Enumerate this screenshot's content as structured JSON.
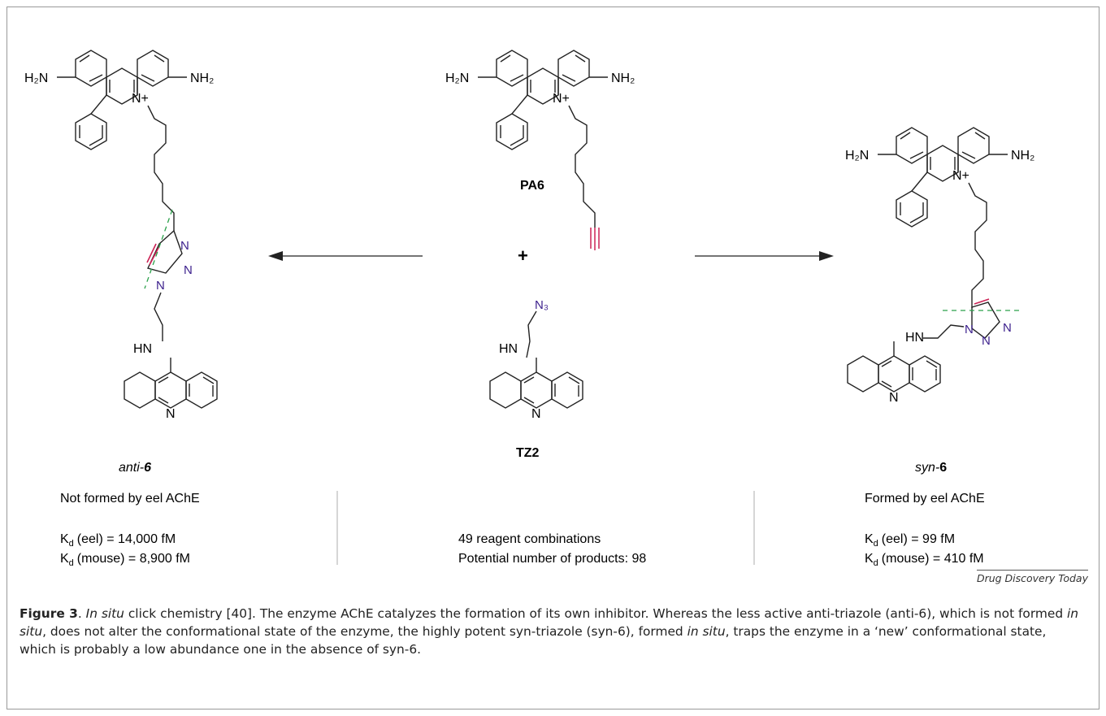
{
  "diagram": {
    "reagents": {
      "alkyne": {
        "name": "PA6"
      },
      "azide": {
        "name": "TZ2"
      },
      "plus_sign": "+"
    },
    "left_product": {
      "name_prefix": "anti-",
      "name_number": "6",
      "formation": "Not formed by eel AChE",
      "kd_eel": "(eel) = 14,000 fM",
      "kd_mouse": "(mouse) = 8,900 fM"
    },
    "right_product": {
      "name_prefix": "syn-",
      "name_number": "6",
      "formation": "Formed by eel AChE",
      "kd_eel": "(eel) = 99 fM",
      "kd_mouse": "(mouse) = 410 fM"
    },
    "center_info": {
      "combinations": "49 reagent combinations",
      "products": "Potential number of products: 98"
    },
    "atom_labels": {
      "h2n": "H₂N",
      "nh2": "NH₂",
      "nplus": "N+",
      "n": "N",
      "hn": "HN",
      "n3": "N₃",
      "kd_symbol": "K",
      "kd_sub": "d"
    },
    "colors": {
      "triazole_nitrogen": "#3b1f8c",
      "new_bond": "#cc2255",
      "cleavage_line": "#2aa14a",
      "frame": "#9a9a9a"
    }
  },
  "credit": "Drug Discovery Today",
  "caption": {
    "label": "Figure 3",
    "part1": ". ",
    "italic1": "In situ",
    "part2": " click chemistry [40]. The enzyme AChE catalyzes the formation of its own inhibitor. Whereas the less active anti-triazole (anti-6), which is not formed ",
    "italic2": "in situ",
    "part3": ", does not alter the conformational state of the enzyme, the highly potent syn-triazole (syn-6), formed ",
    "italic3": "in situ",
    "part4": ", traps the enzyme in a ‘new’ conformational state, which is probably a low abundance one in the absence of syn-6."
  }
}
